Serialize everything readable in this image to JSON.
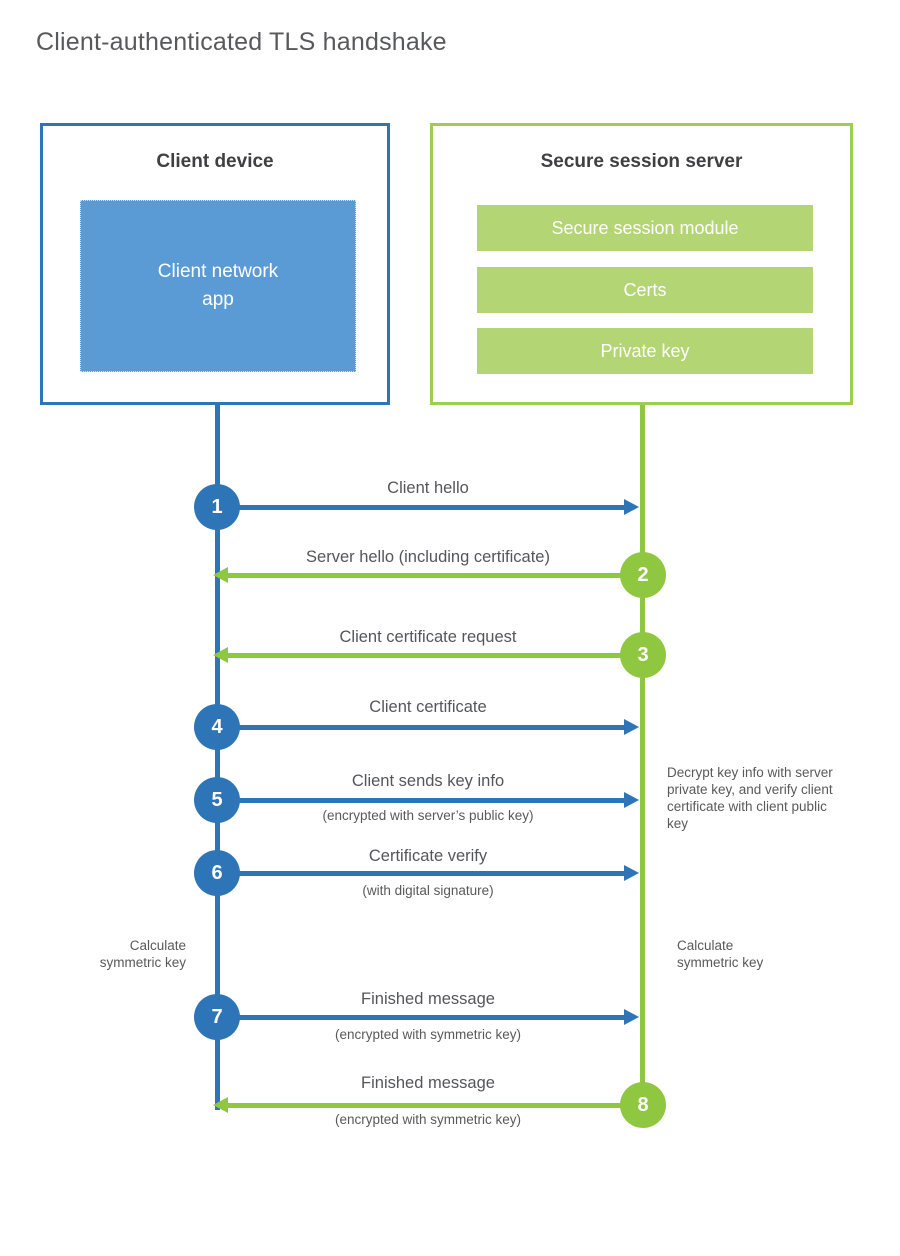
{
  "title": "Client-authenticated TLS handshake",
  "client": {
    "title": "Client device",
    "app_label": "Client network app"
  },
  "server": {
    "title": "Secure session server",
    "modules": [
      "Secure session module",
      "Certs",
      "Private key"
    ]
  },
  "steps": [
    {
      "num": "1",
      "label": "Client hello",
      "direction": "client-to-server"
    },
    {
      "num": "2",
      "label": "Server hello (including certificate)",
      "direction": "server-to-client"
    },
    {
      "num": "3",
      "label": "Client certificate request",
      "direction": "server-to-client"
    },
    {
      "num": "4",
      "label": "Client certificate",
      "direction": "client-to-server"
    },
    {
      "num": "5",
      "label": "Client sends key info",
      "sub": "(encrypted with server’s public key)",
      "direction": "client-to-server"
    },
    {
      "num": "6",
      "label": "Certificate verify",
      "sub": "(with digital signature)",
      "direction": "client-to-server"
    },
    {
      "num": "7",
      "label": "Finished message",
      "sub": "(encrypted with symmetric key)",
      "direction": "client-to-server"
    },
    {
      "num": "8",
      "label": "Finished message",
      "sub": "(encrypted with symmetric key)",
      "direction": "server-to-client"
    }
  ],
  "notes": {
    "decrypt": "Decrypt key info with server private key, and verify client certificate with client public key",
    "calc_left": "Calculate symmetric key",
    "calc_right": "Calculate symmetric key"
  },
  "colors": {
    "blue_stroke": "#2e75b8",
    "blue_fill": "#5b9bd5",
    "green_stroke": "#90c740",
    "green_fill": "#b4d573"
  }
}
